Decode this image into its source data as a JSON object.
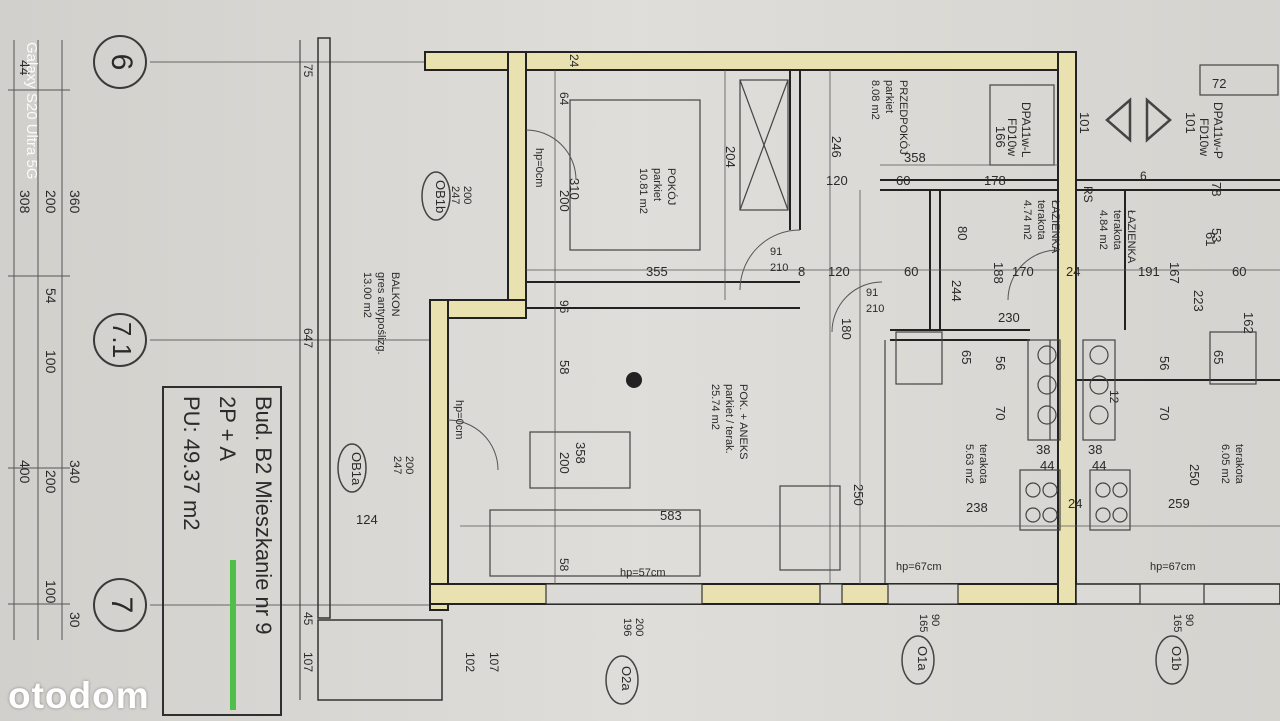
{
  "watermark": "otodom",
  "camera_tag": "Galaxy S20 Ultra 5G",
  "info": {
    "line1": "Bud. B2 Mieszkanie nr 9",
    "line2": "2P + A",
    "line3": "PU: 49.37 m2"
  },
  "axes": {
    "a6": "6",
    "a71": "7.1",
    "a7": "7"
  },
  "rooms": {
    "pokoj": {
      "name": "POKÓJ",
      "floor": "parkiet",
      "area": "10.81 m2"
    },
    "przedpokoj": {
      "name": "PRZEDPOKÓJ",
      "floor": "parkiet",
      "area": "8.08 m2"
    },
    "lazienka1": {
      "name": "ŁAZIENKA",
      "floor": "terakota",
      "area": "4.74 m2"
    },
    "lazienka2": {
      "name": "ŁAZIENKA",
      "floor": "terakota",
      "area": "4.84 m2"
    },
    "balkon": {
      "name": "BALKON",
      "floor": "gres antypoślizg.",
      "area": "13.00 m2"
    },
    "aneks": {
      "name": "POK. + ANEKS",
      "floor": "parkiet / terak.",
      "area": "25.74 m2"
    },
    "kuchnia1": {
      "floor": "terakota",
      "area": "5.63 m2"
    },
    "kuchnia2": {
      "floor": "terakota",
      "area": "6.05 m2"
    }
  },
  "doors": {
    "d1": "DPA11w-L",
    "d1b": "FD10w",
    "d2": "DPA11w-P",
    "d2b": "FD10w"
  },
  "windows": {
    "ob1b": "OB1b",
    "ob1a": "OB1a",
    "o2a": "O2a",
    "o1a": "O1a",
    "o1b": "O1b"
  },
  "labels": {
    "hp0": "hp=0cm",
    "hp57": "hp=57cm",
    "hp67": "hp=67cm",
    "rs": "RS"
  },
  "dims_left": [
    "44",
    "360",
    "200",
    "308",
    "54",
    "100",
    "340",
    "200",
    "400",
    "100",
    "30"
  ],
  "dims_balcony": [
    "75",
    "647",
    "45",
    "107",
    "102",
    "107"
  ],
  "dims_plan": {
    "d24": "24",
    "d64": "64",
    "d310": "310",
    "d200": "200",
    "d204": "204",
    "d246": "246",
    "d166": "166",
    "d101": "101",
    "d358": "358",
    "d120": "120",
    "d60": "60",
    "d178": "178",
    "d91": "91",
    "d210": "210",
    "d8": "8",
    "d355": "355",
    "d180": "180",
    "d80": "80",
    "d188": "188",
    "d170": "170",
    "d244": "244",
    "d230": "230",
    "d65": "65",
    "d56": "56",
    "d70": "70",
    "d38": "38",
    "d44": "44",
    "d191": "191",
    "d167": "167",
    "d223": "223",
    "d162": "162",
    "d250": "250",
    "d238": "238",
    "d259": "259",
    "d583": "583",
    "d124": "124",
    "d96": "96",
    "d58": "58",
    "d165": "165",
    "d90": "90",
    "d196": "196",
    "d200247": "200",
    "d247": "247",
    "d78": "78",
    "d53": "53",
    "d61": "61",
    "d6": "6",
    "d12": "12",
    "d72": "72"
  }
}
